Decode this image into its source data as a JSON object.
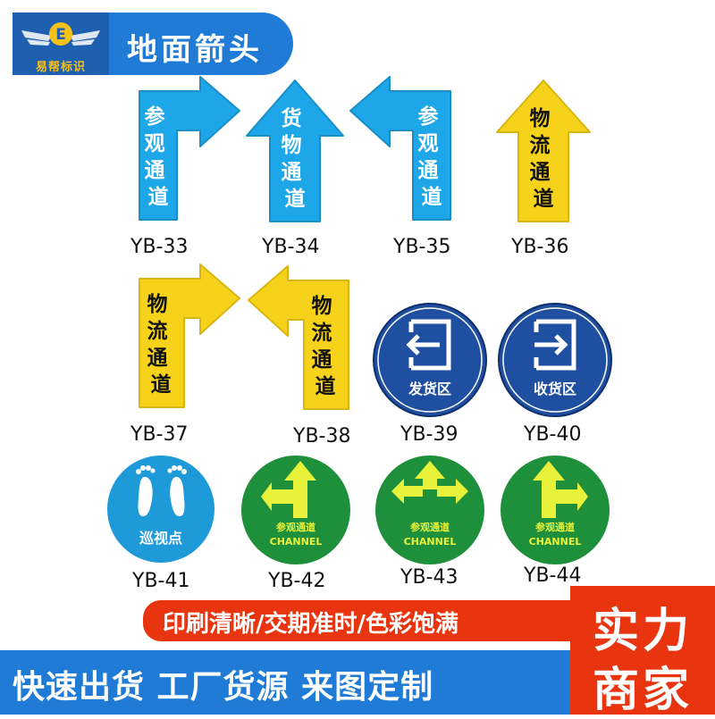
{
  "header": {
    "logo_letter": "E",
    "brand_name": "易帮标识",
    "title": "地面箭头"
  },
  "colors": {
    "blue_sign": "#1ea7e8",
    "yellow_sign": "#f7d21b",
    "navy_sign": "#1f4fa0",
    "green_sign": "#1e8f3a",
    "arrow_lime": "#e9f23a",
    "banner_red": "#e8350f",
    "banner_blue": "#1f7bd6"
  },
  "signs": [
    {
      "code": "YB-33",
      "text": "参观通道",
      "icon": "turn-right-arrow"
    },
    {
      "code": "YB-34",
      "text": "货物通道",
      "icon": "straight-up-arrow"
    },
    {
      "code": "YB-35",
      "text": "参观通道",
      "icon": "turn-left-arrow"
    },
    {
      "code": "YB-36",
      "text": "物流通道",
      "icon": "straight-up-arrow"
    },
    {
      "code": "YB-37",
      "text": "物流通道",
      "icon": "turn-right-arrow"
    },
    {
      "code": "YB-38",
      "text": "物流通道",
      "icon": "turn-left-arrow"
    },
    {
      "code": "YB-39",
      "text": "发货区",
      "icon": "exit-door-icon"
    },
    {
      "code": "YB-40",
      "text": "收货区",
      "icon": "enter-door-icon"
    },
    {
      "code": "YB-41",
      "text": "巡视点",
      "icon": "footprints-icon"
    },
    {
      "code": "YB-42",
      "text": "参观通道",
      "text2": "CHANNEL",
      "icon": "up-left-arrow"
    },
    {
      "code": "YB-43",
      "text": "参观通道",
      "text2": "CHANNEL",
      "icon": "three-way-arrow"
    },
    {
      "code": "YB-44",
      "text": "参观通道",
      "text2": "CHANNEL",
      "icon": "up-right-arrow"
    }
  ],
  "banners": {
    "features": "印刷清晰/交期准时/色彩饱满",
    "slogan": "快速出货 工厂货源 来图定制",
    "badge_line1": "实力",
    "badge_line2": "商家"
  }
}
